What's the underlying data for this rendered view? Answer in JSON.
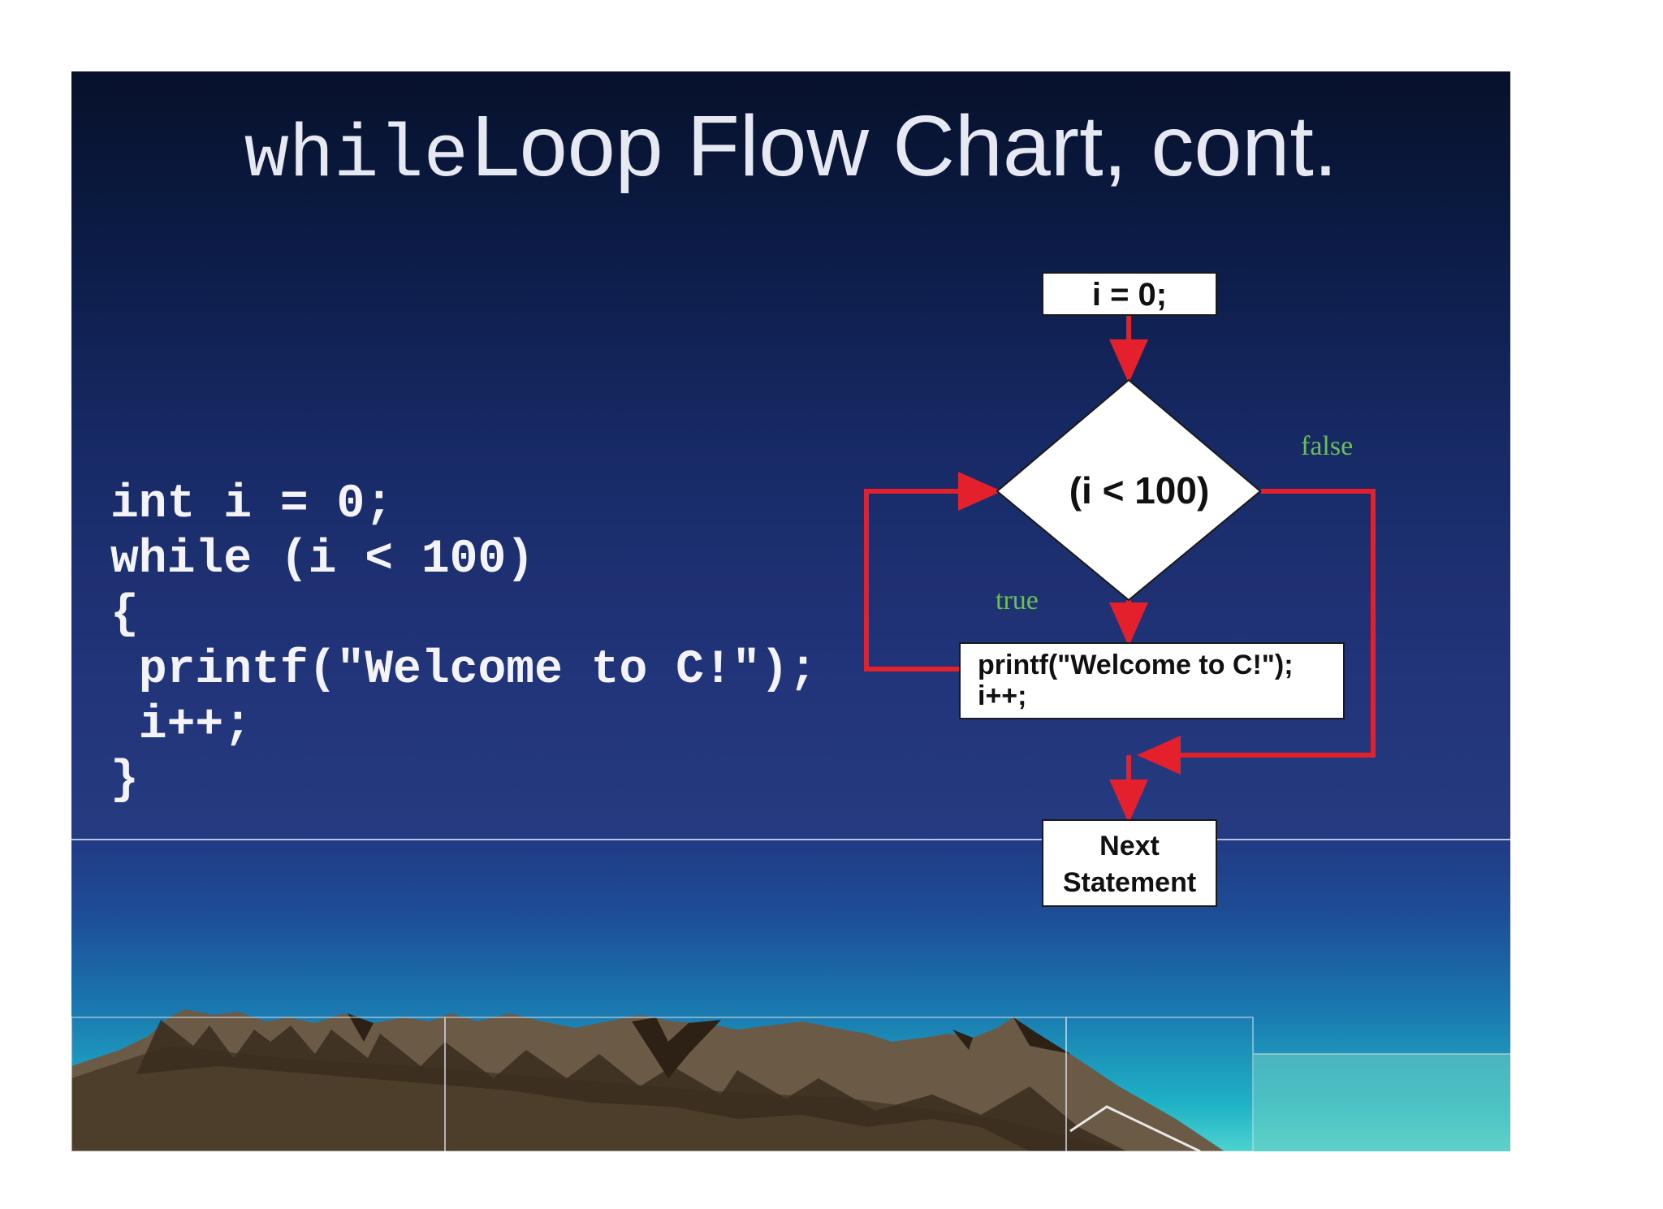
{
  "title": {
    "keyword": "while",
    "rest": "Loop Flow Chart, cont."
  },
  "code_lines": [
    "int i = 0;",
    "while (i < 100)",
    "{",
    " printf(\"Welcome to C!\");",
    " i++;",
    "}"
  ],
  "flowchart": {
    "init": "i = 0;",
    "condition": "(i < 100)",
    "body_line1": "printf(\"Welcome to C!\");",
    "body_line2": "i++;",
    "next_line1": "Next",
    "next_line2": "Statement",
    "true_label": "true",
    "false_label": "false"
  },
  "colors": {
    "arrow": "#e3202b",
    "branch_label": "#6cbf52"
  }
}
